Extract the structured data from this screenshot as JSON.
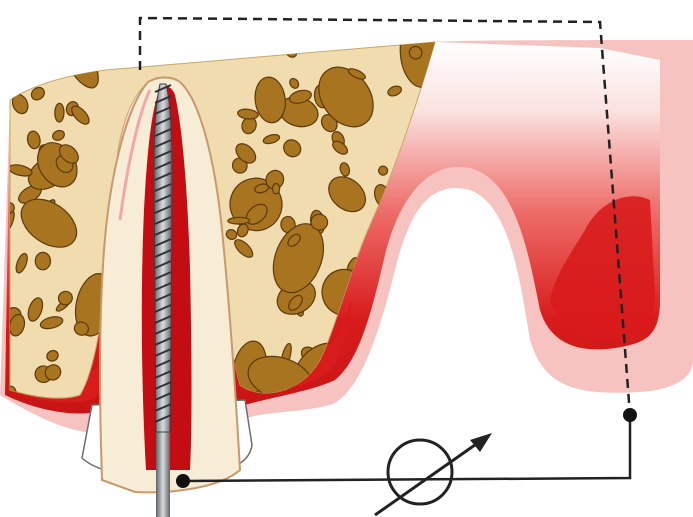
{
  "figure": {
    "subject": "apex-locator-root-canal-measurement",
    "colors": {
      "bone_matrix": "#f0dcaf",
      "trabecula": "#a87420",
      "trabecula_edge": "#5c3a0c",
      "soft_tissue": "#d81b1b",
      "soft_tissue_light": "#f5b3b0",
      "tooth": "#f7ecd6",
      "pulp": "#c40d13",
      "file_metal": "#8a8f94",
      "circuit_wire": "#222222"
    },
    "components": {
      "instrument": "endodontic-file",
      "electrode_tooth": "file-contact-point",
      "electrode_lip": "lip-clip-contact-point",
      "meter": "variable-resistance-symbol"
    }
  }
}
